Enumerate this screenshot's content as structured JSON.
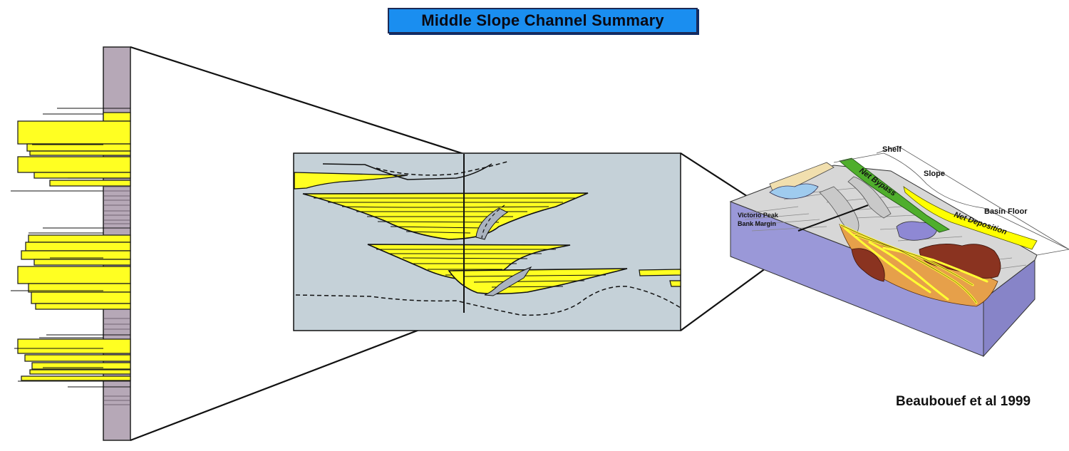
{
  "title": "Middle Slope Channel Summary",
  "citation": "Beaubouef et al 1999",
  "block_diagram": {
    "label_shelf": "Shelf",
    "label_slope": "Slope",
    "label_basin_floor": "Basin Floor",
    "label_margin_line1": "Victorio Peak",
    "label_margin_line2": "Bank Margin",
    "band_bypass": "Net Bypass",
    "band_deposition": "Net Deposition"
  },
  "colors": {
    "title_bg": "#1a8ef0",
    "sand": "#ffff33",
    "log_column": "#b6a8b7",
    "panel_bg": "#c5d1d8",
    "block_side": "#9a98d8",
    "bypass_band": "#4fae2c",
    "deposition_band": "#ffff00",
    "mud_lobes": "#8a3320"
  }
}
